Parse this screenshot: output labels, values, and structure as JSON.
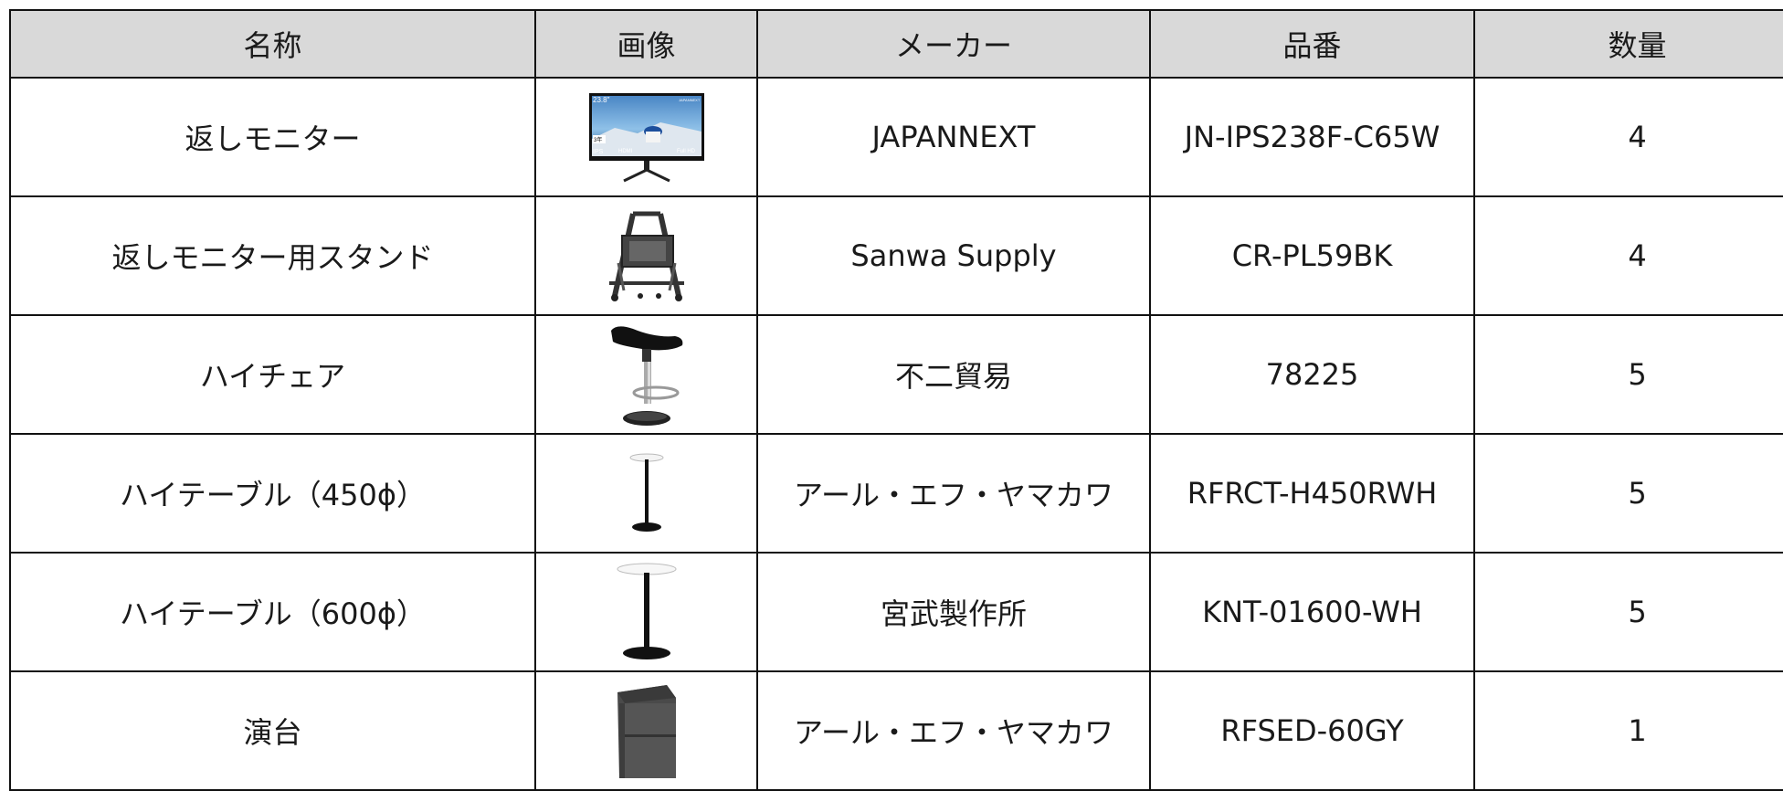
{
  "headers": {
    "name": "名称",
    "image": "画像",
    "maker": "メーカー",
    "part_no": "品番",
    "qty": "数量"
  },
  "rows": [
    {
      "name": "返しモニター",
      "maker": "JAPANNEXT",
      "part_no": "JN-IPS238F-C65W",
      "qty": "4",
      "image": {
        "icon": "monitor-icon",
        "labels": {
          "size": "23.8\"",
          "brand": "JAPANNEXT",
          "badge": "3年",
          "panel": "IPS",
          "port": "HDMI",
          "res": "Full HD"
        }
      }
    },
    {
      "name": "返しモニター用スタンド",
      "maker": "Sanwa Supply",
      "part_no": "CR-PL59BK",
      "qty": "4",
      "image": {
        "icon": "monitor-stand-icon"
      }
    },
    {
      "name": "ハイチェア",
      "maker": "不二貿易",
      "part_no": "78225",
      "qty": "5",
      "image": {
        "icon": "high-chair-icon"
      }
    },
    {
      "name": "ハイテーブル（450ɸ）",
      "maker": "アール・エフ・ヤマカワ",
      "part_no": "RFRCT-H450RWH",
      "qty": "5",
      "image": {
        "icon": "high-table-small-icon"
      }
    },
    {
      "name": "ハイテーブル（600ɸ）",
      "maker": "宮武製作所",
      "part_no": "KNT-01600-WH",
      "qty": "5",
      "image": {
        "icon": "high-table-large-icon"
      }
    },
    {
      "name": "演台",
      "maker": "アール・エフ・ヤマカワ",
      "part_no": "RFSED-60GY",
      "qty": "1",
      "image": {
        "icon": "podium-icon"
      }
    }
  ],
  "colors": {
    "header_bg": "#d9d9d9",
    "border": "#111111",
    "text": "#1a1a1a"
  }
}
